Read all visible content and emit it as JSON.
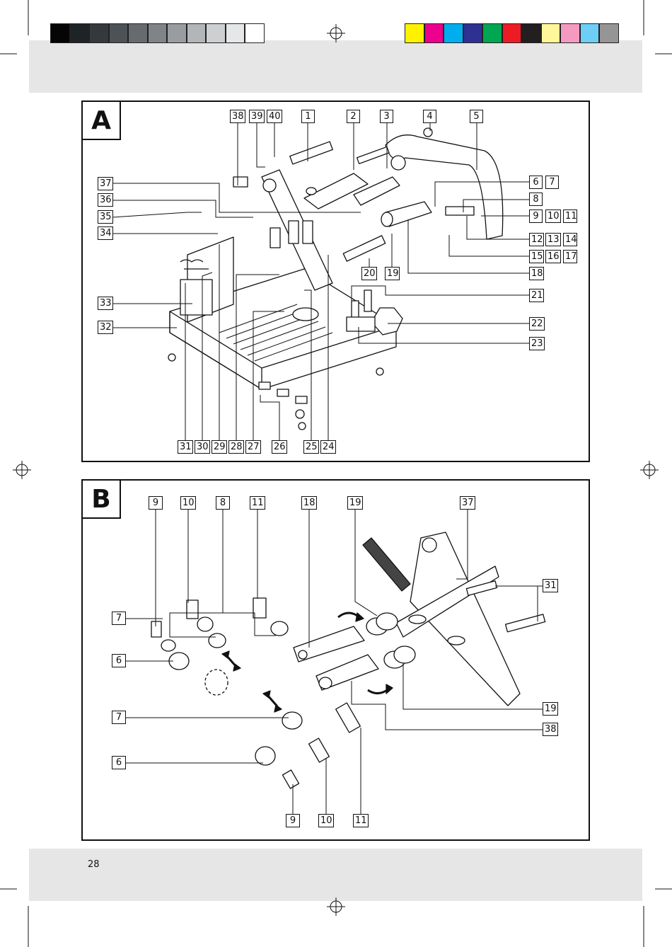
{
  "page_number": "28",
  "color_bar": {
    "grays": [
      "#050505",
      "#1e2326",
      "#34393d",
      "#4d5256",
      "#666b6f",
      "#7f8488",
      "#999da1",
      "#b3b6b9",
      "#cdcfd1",
      "#e6e7e8",
      "#ffffff"
    ],
    "colors": [
      "#fff200",
      "#ec008c",
      "#00aeef",
      "#2e3192",
      "#00a651",
      "#ed1c24",
      "#231f20",
      "#fff799",
      "#f49ac1",
      "#6dcff6",
      "#959595"
    ]
  },
  "figure_a": {
    "title": "A",
    "labels": [
      "38",
      "39",
      "40",
      "1",
      "2",
      "3",
      "4",
      "5",
      "6",
      "7",
      "8",
      "9",
      "10",
      "11",
      "12",
      "13",
      "14",
      "15",
      "16",
      "17",
      "18",
      "19",
      "20",
      "21",
      "22",
      "23",
      "24",
      "25",
      "26",
      "27",
      "28",
      "29",
      "30",
      "31",
      "32",
      "33",
      "34",
      "35",
      "36",
      "37"
    ]
  },
  "figure_b": {
    "title": "B",
    "labels": [
      "9",
      "10",
      "8",
      "11",
      "18",
      "19",
      "37",
      "31",
      "7",
      "6",
      "7",
      "6",
      "19",
      "38",
      "9",
      "10",
      "11"
    ]
  }
}
